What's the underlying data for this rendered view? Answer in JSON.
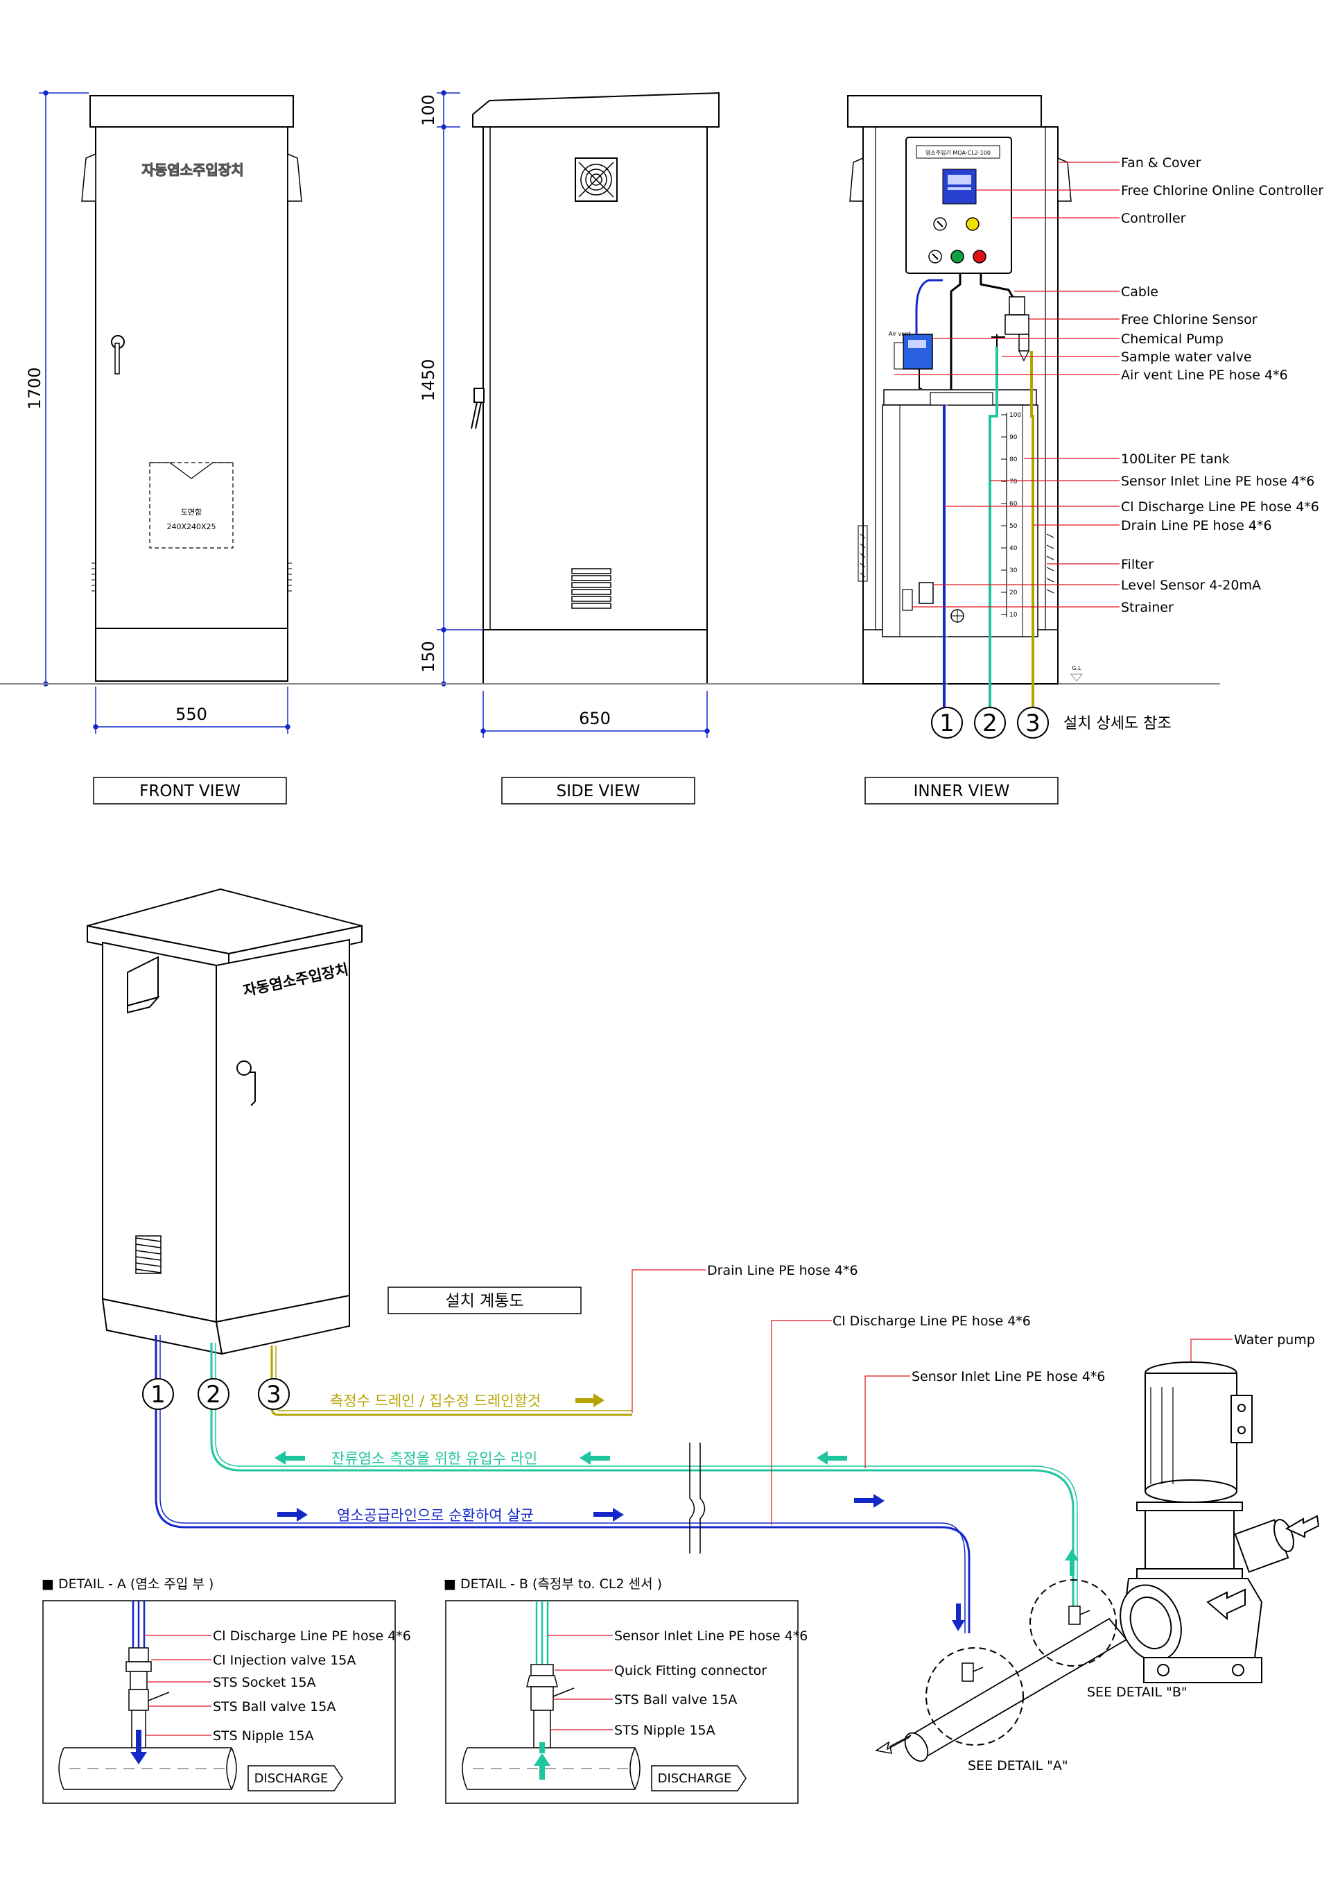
{
  "front_view": {
    "caption": "FRONT VIEW",
    "brand_text": "자동염소주입장치",
    "doc_box_title": "도면함",
    "doc_box_size": "240X240X25",
    "dim_height_total": "1700",
    "dim_width": "550"
  },
  "side_view": {
    "caption": "SIDE VIEW",
    "dim_top": "100",
    "dim_mid": "1450",
    "dim_bottom": "150",
    "dim_width": "650"
  },
  "inner_view": {
    "caption": "INNER VIEW",
    "controller_label": "염소주입기 MOA-CL2-100",
    "air_vent_small": "Air vent",
    "tank_scale": [
      "100",
      "90",
      "80",
      "70",
      "60",
      "50",
      "40",
      "30",
      "20",
      "10"
    ],
    "gl_mark": "G.L",
    "callouts": [
      "Fan & Cover",
      "Free Chlorine Online Controller",
      "Controller",
      "Cable",
      "Free Chlorine Sensor",
      "Chemical Pump",
      "Sample water valve",
      "Air vent Line PE hose 4*6",
      "100Liter PE tank",
      "Sensor Inlet Line PE hose 4*6",
      "Cl Discharge Line PE hose 4*6",
      "Drain Line PE hose 4*6",
      "Filter",
      "Level Sensor 4-20mA",
      "Strainer"
    ],
    "line_numbers": [
      "1",
      "2",
      "3"
    ],
    "reference_note": "설치 상세도 참조"
  },
  "installation": {
    "title": "설치 계통도",
    "brand_text": "자동염소주입장치",
    "line_numbers": [
      "1",
      "2",
      "3"
    ],
    "flow_drain": "측정수 드레인 / 집수정 드레인할것",
    "flow_inlet": "잔류염소 측정을 위한  유입수 라인",
    "flow_discharge": "염소공급라인으로 순환하여 살균",
    "callout_drain": "Drain Line PE hose 4*6",
    "callout_discharge": "Cl Discharge Line PE hose 4*6",
    "callout_inlet": "Sensor Inlet Line PE hose 4*6",
    "callout_pump": "Water pump",
    "see_a": "SEE DETAIL \"A\"",
    "see_b": "SEE DETAIL \"B\""
  },
  "detail_a": {
    "title": "■ DETAIL - A (염소 주입 부 )",
    "labels": [
      "Cl Discharge Line PE hose 4*6",
      "Cl Injection valve 15A",
      "STS Socket 15A",
      "STS Ball valve 15A",
      "STS Nipple 15A"
    ],
    "discharge": "DISCHARGE"
  },
  "detail_b": {
    "title": "■ DETAIL - B (측정부 to. CL2 센서 )",
    "labels": [
      "Sensor Inlet Line PE hose 4*6",
      "Quick Fitting connector",
      "STS Ball valve 15A",
      "STS Nipple 15A"
    ],
    "discharge": "DISCHARGE"
  },
  "colors": {
    "discharge_line": "#1428c8",
    "inlet_line": "#1fc59e",
    "drain_line": "#b5a400",
    "callout_line": "#e0141e",
    "dimension_line": "#1428c8"
  }
}
